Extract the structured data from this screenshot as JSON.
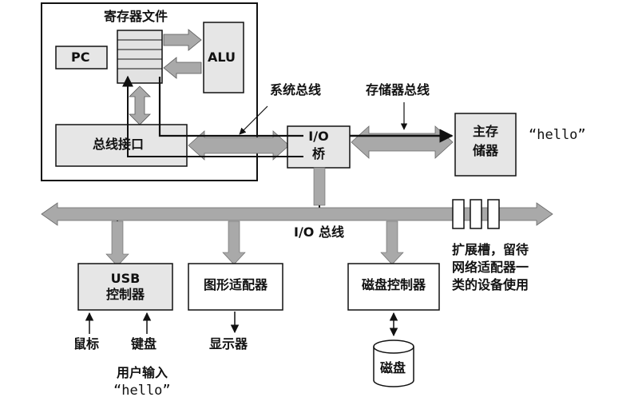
{
  "cpu": {
    "register_file_label": "寄存器文件",
    "pc_label": "PC",
    "alu_label": "ALU",
    "bus_interface_label": "总线接口"
  },
  "buses": {
    "system_bus_label": "系统总线",
    "memory_bus_label": "存储器总线",
    "io_bus_label": "I/O 总线"
  },
  "io_bridge": {
    "line1": "I/O",
    "line2": "桥"
  },
  "main_memory": {
    "line1": "主存",
    "line2": "储器"
  },
  "memory_contents": "“hello”",
  "controllers": {
    "usb_line1": "USB",
    "usb_line2": "控制器",
    "graphics": "图形适配器",
    "disk_controller": "磁盘控制器"
  },
  "devices": {
    "mouse": "鼠标",
    "keyboard": "键盘",
    "display": "显示器",
    "disk": "磁盘"
  },
  "user_input": {
    "line1": "用户输入",
    "line2": "“hello”"
  },
  "expansion_slots": {
    "line1": "扩展槽，留待",
    "line2": "网络适配器一",
    "line3": "类的设备使用"
  },
  "colors": {
    "bus_fill": "#a9a9a9",
    "box_fill": "#e6e6e6",
    "line": "#111111"
  }
}
